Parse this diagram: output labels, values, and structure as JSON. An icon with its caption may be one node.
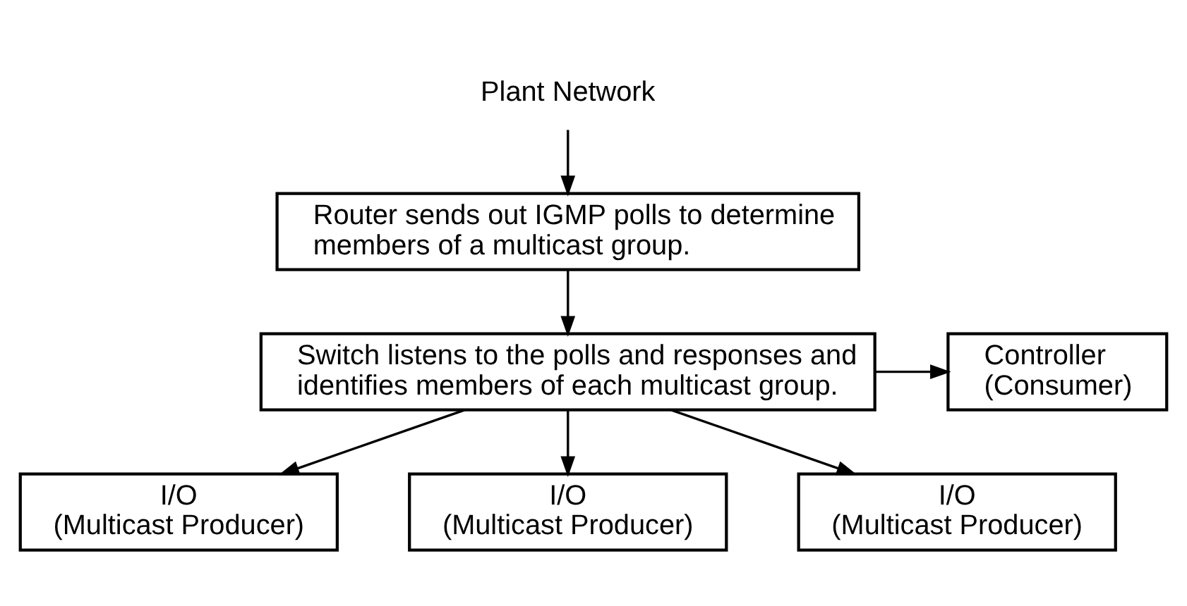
{
  "diagram": {
    "nodes": [
      {
        "text": [
          "Plant Network"
        ]
      },
      {
        "text": [
          "Router sends out IGMP polls to determine members of a multicast group."
        ]
      },
      {
        "text": [
          "Switch listens to the polls and responses and identifies members of each multicast group."
        ]
      },
      {
        "text": [
          "Controller (Consumer)"
        ]
      },
      {
        "text": [
          "I/O",
          "(Multicast Producer)"
        ]
      },
      {
        "text": [
          "I/O",
          "(Multicast Producer)"
        ]
      },
      {
        "text": [
          "I/O",
          "(Multicast Producer)"
        ]
      }
    ],
    "edges": [
      {
        "from": 0,
        "to": 1,
        "arrow": "to"
      },
      {
        "from": 1,
        "to": 2,
        "arrow": "to"
      },
      {
        "from": 2,
        "to": 3,
        "arrow": "to"
      },
      {
        "from": 2,
        "to": 4,
        "arrow": "to"
      },
      {
        "from": 2,
        "to": 5,
        "arrow": "to"
      },
      {
        "from": 2,
        "to": 6,
        "arrow": "to"
      }
    ]
  }
}
